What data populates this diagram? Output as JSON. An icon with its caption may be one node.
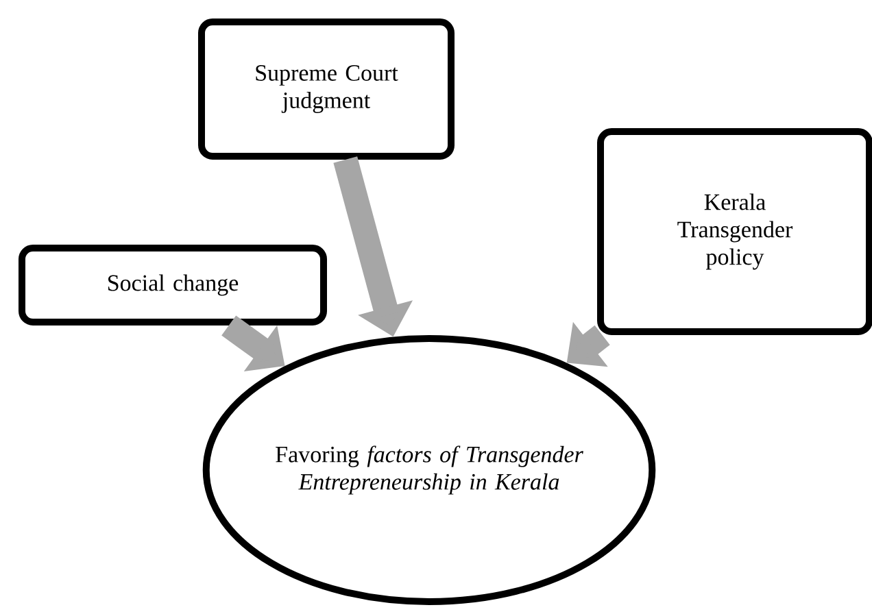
{
  "diagram": {
    "nodes": [
      {
        "text": [
          "Supreme Court judgment"
        ]
      },
      {
        "text": [
          "Social change"
        ]
      },
      {
        "text": [
          "Kerala Transgender policy"
        ]
      },
      {
        "text": [
          "Favoring *factors of Transgender Entrepreneurship in Kerala*"
        ]
      }
    ],
    "edges": [
      {
        "from": 0,
        "to": 3,
        "arrow": "to"
      },
      {
        "from": 1,
        "to": 3,
        "arrow": "to"
      },
      {
        "from": 2,
        "to": 3,
        "arrow": "to"
      }
    ]
  }
}
